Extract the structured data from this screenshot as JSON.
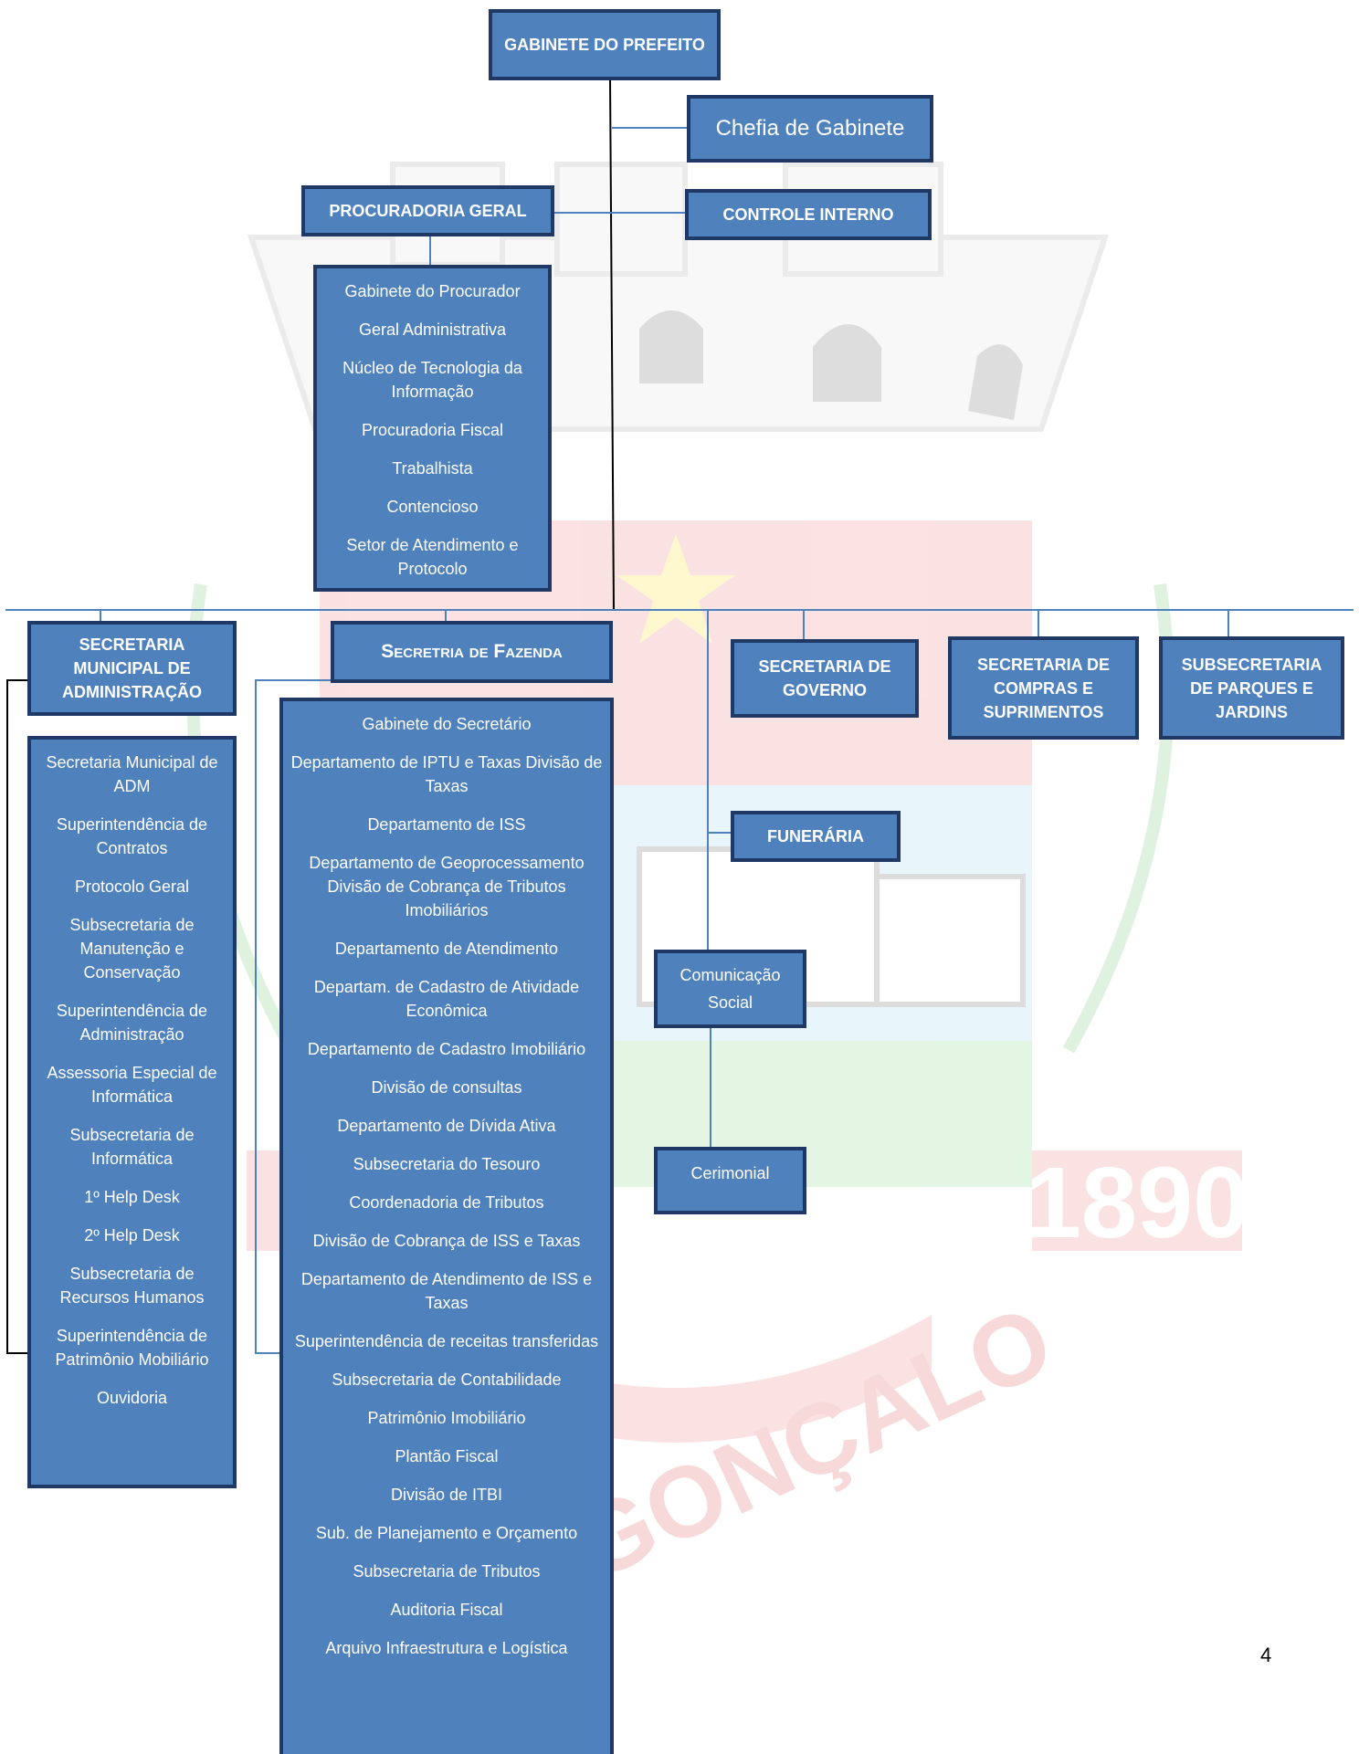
{
  "page_number": "4",
  "watermark": {
    "year": "1890",
    "name": "GONÇALO"
  },
  "gabinete_prefeito": "GABINETE DO PREFEITO",
  "chefia_gabinete": "Chefia de Gabinete",
  "procuradoria_geral": {
    "title": "PROCURADORIA GERAL",
    "items": [
      "Gabinete do Procurador",
      "Geral Administrativa",
      "Núcleo de Tecnologia da Informação",
      "Procuradoria Fiscal",
      "Trabalhista",
      "Contencioso",
      "Setor de Atendimento e Protocolo"
    ]
  },
  "controle_interno": "CONTROLE INTERNO",
  "administracao": {
    "title": "SECRETARIA MUNICIPAL DE ADMINISTRAÇÃO",
    "items": [
      "Secretaria Municipal de ADM",
      "Superintendência de Contratos",
      "Protocolo Geral",
      "Subsecretaria de Manutenção e Conservação",
      "Superintendência de Administração",
      "Assessoria  Especial de Informática",
      "Subsecretaria de Informática",
      "1º Help Desk",
      "2º Help Desk",
      "Subsecretaria de Recursos Humanos",
      "Superintendência de Patrimônio Mobiliário",
      "Ouvidoria"
    ]
  },
  "fazenda": {
    "title": "Secretria de Fazenda",
    "items": [
      "Gabinete do Secretário",
      "Departamento de IPTU e Taxas Divisão de Taxas",
      "Departamento de ISS",
      "Departamento de Geoprocessamento Divisão de Cobrança de Tributos Imobiliários",
      "Departamento de Atendimento",
      "Departam. de Cadastro de Atividade Econômica",
      "Departamento de Cadastro Imobiliário",
      "Divisão de consultas",
      "Departamento de Dívida Ativa",
      "Subsecretaria do Tesouro",
      "Coordenadoria de Tributos",
      "Divisão de Cobrança de ISS e Taxas",
      "Departamento de Atendimento de ISS e Taxas",
      "Superintendência de receitas transferidas",
      "Subsecretaria de Contabilidade",
      "Patrimônio Imobiliário",
      "Plantão Fiscal",
      "Divisão de ITBI",
      "Sub. de Planejamento e Orçamento",
      "Subsecretaria de Tributos",
      "Auditoria Fiscal",
      "Arquivo Infraestrutura e Logística"
    ]
  },
  "governo": "SECRETARIA DE GOVERNO",
  "compras": "SECRETARIA DE COMPRAS E SUPRIMENTOS",
  "parques": "SUBSECRETARIA DE PARQUES E JARDINS",
  "funeraria": "FUNERÁRIA",
  "comunicacao": "Comunicação Social",
  "cerimonial": "Cerimonial",
  "colors": {
    "box_fill": "#4f81bd",
    "box_border": "#1f3864",
    "line_blue": "#4f81bd",
    "line_black": "#000000"
  }
}
